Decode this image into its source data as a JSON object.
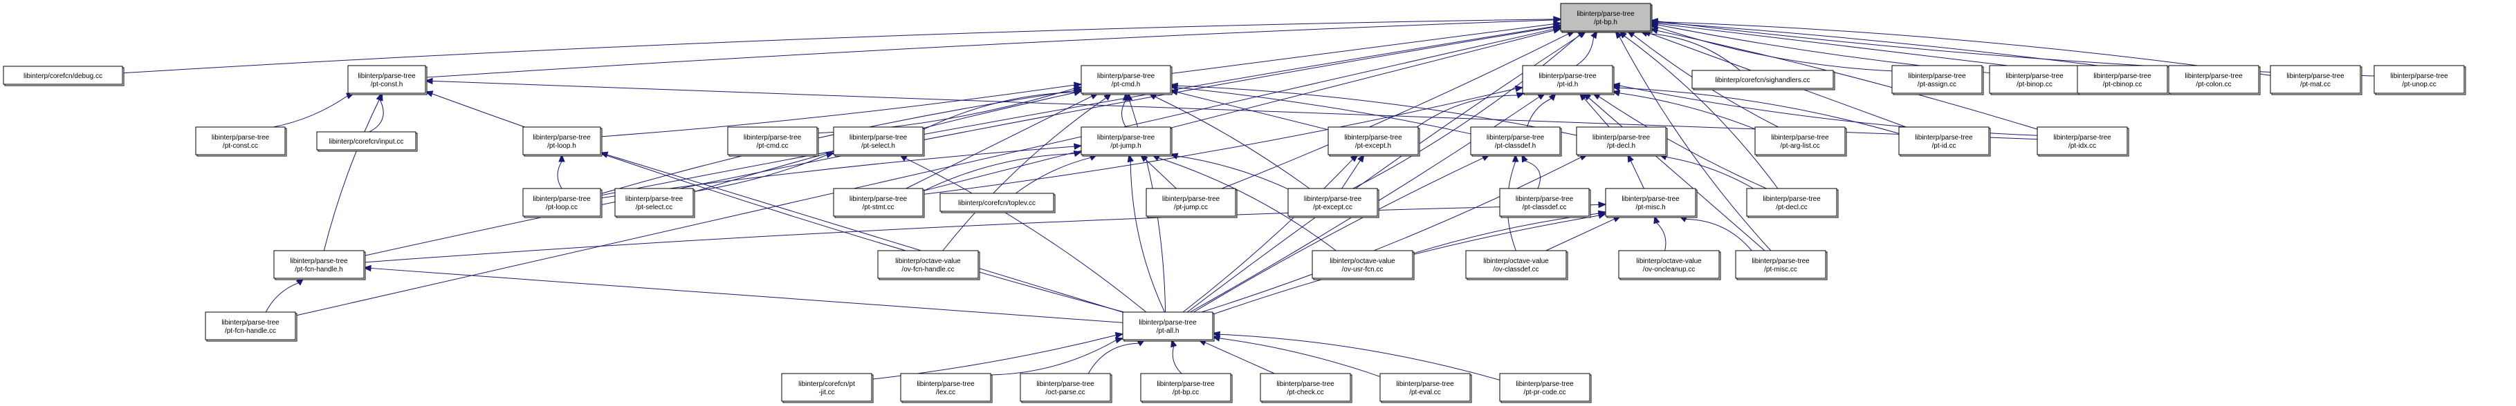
{
  "graph": {
    "type": "include-dependency-graph",
    "root": "pt_bp_h",
    "colors": {
      "edge": "#191970",
      "root_fill": "#bfbfbf",
      "node_fill": "#ffffff",
      "border": "#000000"
    },
    "nodes": [
      {
        "id": "pt_bp_h",
        "lines": [
          "libinterp/parse-tree",
          "/pt-bp.h"
        ],
        "root": true
      },
      {
        "id": "debug_cc",
        "lines": [
          "libinterp/corefcn/debug.cc"
        ]
      },
      {
        "id": "pt_const_h",
        "lines": [
          "libinterp/parse-tree",
          "/pt-const.h"
        ]
      },
      {
        "id": "pt_cmd_h",
        "lines": [
          "libinterp/parse-tree",
          "/pt-cmd.h"
        ]
      },
      {
        "id": "pt_id_h",
        "lines": [
          "libinterp/parse-tree",
          "/pt-id.h"
        ]
      },
      {
        "id": "sighandlers_cc",
        "lines": [
          "libinterp/corefcn/sighandlers.cc"
        ]
      },
      {
        "id": "pt_assign_cc",
        "lines": [
          "libinterp/parse-tree",
          "/pt-assign.cc"
        ]
      },
      {
        "id": "pt_binop_cc",
        "lines": [
          "libinterp/parse-tree",
          "/pt-binop.cc"
        ]
      },
      {
        "id": "pt_cbinop_cc",
        "lines": [
          "libinterp/parse-tree",
          "/pt-cbinop.cc"
        ]
      },
      {
        "id": "pt_colon_cc",
        "lines": [
          "libinterp/parse-tree",
          "/pt-colon.cc"
        ]
      },
      {
        "id": "pt_mat_cc",
        "lines": [
          "libinterp/parse-tree",
          "/pt-mat.cc"
        ]
      },
      {
        "id": "pt_unop_cc",
        "lines": [
          "libinterp/parse-tree",
          "/pt-unop.cc"
        ]
      },
      {
        "id": "pt_const_cc",
        "lines": [
          "libinterp/parse-tree",
          "/pt-const.cc"
        ]
      },
      {
        "id": "input_cc",
        "lines": [
          "libinterp/corefcn/input.cc"
        ]
      },
      {
        "id": "pt_loop_h",
        "lines": [
          "libinterp/parse-tree",
          "/pt-loop.h"
        ]
      },
      {
        "id": "pt_cmd_cc",
        "lines": [
          "libinterp/parse-tree",
          "/pt-cmd.cc"
        ]
      },
      {
        "id": "pt_select_h",
        "lines": [
          "libinterp/parse-tree",
          "/pt-select.h"
        ]
      },
      {
        "id": "pt_jump_h",
        "lines": [
          "libinterp/parse-tree",
          "/pt-jump.h"
        ]
      },
      {
        "id": "pt_except_h",
        "lines": [
          "libinterp/parse-tree",
          "/pt-except.h"
        ]
      },
      {
        "id": "pt_classdef_h",
        "lines": [
          "libinterp/parse-tree",
          "/pt-classdef.h"
        ]
      },
      {
        "id": "pt_decl_h",
        "lines": [
          "libinterp/parse-tree",
          "/pt-decl.h"
        ]
      },
      {
        "id": "pt_arg_list_cc",
        "lines": [
          "libinterp/parse-tree",
          "/pt-arg-list.cc"
        ]
      },
      {
        "id": "pt_id_cc",
        "lines": [
          "libinterp/parse-tree",
          "/pt-id.cc"
        ]
      },
      {
        "id": "pt_idx_cc",
        "lines": [
          "libinterp/parse-tree",
          "/pt-idx.cc"
        ]
      },
      {
        "id": "pt_loop_cc",
        "lines": [
          "libinterp/parse-tree",
          "/pt-loop.cc"
        ]
      },
      {
        "id": "pt_select_cc",
        "lines": [
          "libinterp/parse-tree",
          "/pt-select.cc"
        ]
      },
      {
        "id": "pt_stmt_cc",
        "lines": [
          "libinterp/parse-tree",
          "/pt-stmt.cc"
        ]
      },
      {
        "id": "toplev_cc",
        "lines": [
          "libinterp/corefcn/toplev.cc"
        ]
      },
      {
        "id": "pt_jump_cc",
        "lines": [
          "libinterp/parse-tree",
          "/pt-jump.cc"
        ]
      },
      {
        "id": "pt_except_cc",
        "lines": [
          "libinterp/parse-tree",
          "/pt-except.cc"
        ]
      },
      {
        "id": "pt_classdef_cc",
        "lines": [
          "libinterp/parse-tree",
          "/pt-classdef.cc"
        ]
      },
      {
        "id": "pt_misc_h",
        "lines": [
          "libinterp/parse-tree",
          "/pt-misc.h"
        ]
      },
      {
        "id": "pt_decl_cc",
        "lines": [
          "libinterp/parse-tree",
          "/pt-decl.cc"
        ]
      },
      {
        "id": "pt_fcn_handle_h",
        "lines": [
          "libinterp/parse-tree",
          "/pt-fcn-handle.h"
        ]
      },
      {
        "id": "ov_fcn_handle_cc",
        "lines": [
          "libinterp/octave-value",
          "/ov-fcn-handle.cc"
        ]
      },
      {
        "id": "ov_usr_fcn_cc",
        "lines": [
          "libinterp/octave-value",
          "/ov-usr-fcn.cc"
        ]
      },
      {
        "id": "ov_classdef_cc",
        "lines": [
          "libinterp/octave-value",
          "/ov-classdef.cc"
        ]
      },
      {
        "id": "ov_oncleanup_cc",
        "lines": [
          "libinterp/octave-value",
          "/ov-oncleanup.cc"
        ]
      },
      {
        "id": "pt_misc_cc",
        "lines": [
          "libinterp/parse-tree",
          "/pt-misc.cc"
        ]
      },
      {
        "id": "pt_fcn_handle_cc",
        "lines": [
          "libinterp/parse-tree",
          "/pt-fcn-handle.cc"
        ]
      },
      {
        "id": "pt_all_h",
        "lines": [
          "libinterp/parse-tree",
          "/pt-all.h"
        ]
      },
      {
        "id": "pt_jit_cc",
        "lines": [
          "libinterp/corefcn/pt",
          "-jit.cc"
        ]
      },
      {
        "id": "lex_cc",
        "lines": [
          "libinterp/parse-tree",
          "/lex.cc"
        ]
      },
      {
        "id": "oct_parse_cc",
        "lines": [
          "libinterp/parse-tree",
          "/oct-parse.cc"
        ]
      },
      {
        "id": "pt_bp_cc",
        "lines": [
          "libinterp/parse-tree",
          "/pt-bp.cc"
        ]
      },
      {
        "id": "pt_check_cc",
        "lines": [
          "libinterp/parse-tree",
          "/pt-check.cc"
        ]
      },
      {
        "id": "pt_eval_cc",
        "lines": [
          "libinterp/parse-tree",
          "/pt-eval.cc"
        ]
      },
      {
        "id": "pt_pr_code_cc",
        "lines": [
          "libinterp/parse-tree",
          "/pt-pr-code.cc"
        ]
      }
    ],
    "edges": [
      [
        "debug_cc",
        "pt_bp_h"
      ],
      [
        "pt_const_h",
        "pt_bp_h"
      ],
      [
        "pt_cmd_h",
        "pt_bp_h"
      ],
      [
        "pt_id_h",
        "pt_bp_h"
      ],
      [
        "sighandlers_cc",
        "pt_bp_h"
      ],
      [
        "pt_assign_cc",
        "pt_bp_h"
      ],
      [
        "pt_binop_cc",
        "pt_bp_h"
      ],
      [
        "pt_cbinop_cc",
        "pt_bp_h"
      ],
      [
        "pt_colon_cc",
        "pt_bp_h"
      ],
      [
        "pt_mat_cc",
        "pt_bp_h"
      ],
      [
        "pt_unop_cc",
        "pt_bp_h"
      ],
      [
        "pt_arg_list_cc",
        "pt_bp_h"
      ],
      [
        "pt_id_cc",
        "pt_bp_h"
      ],
      [
        "pt_idx_cc",
        "pt_bp_h"
      ],
      [
        "pt_decl_cc",
        "pt_bp_h"
      ],
      [
        "pt_fcn_handle_h",
        "pt_bp_h"
      ],
      [
        "pt_loop_cc",
        "pt_bp_h"
      ],
      [
        "pt_stmt_cc",
        "pt_bp_h"
      ],
      [
        "pt_jump_cc",
        "pt_bp_h"
      ],
      [
        "pt_except_cc",
        "pt_bp_h"
      ],
      [
        "pt_misc_cc",
        "pt_bp_h"
      ],
      [
        "pt_all_h",
        "pt_bp_h"
      ],
      [
        "pt_fcn_handle_cc",
        "pt_bp_h"
      ],
      [
        "pt_const_cc",
        "pt_const_h"
      ],
      [
        "input_cc",
        "pt_const_h"
      ],
      [
        "pt_all_h",
        "pt_const_h"
      ],
      [
        "pt_fcn_handle_h",
        "pt_const_h"
      ],
      [
        "pt_idx_cc",
        "pt_const_h"
      ],
      [
        "pt_loop_h",
        "pt_cmd_h"
      ],
      [
        "pt_cmd_cc",
        "pt_cmd_h"
      ],
      [
        "pt_select_h",
        "pt_cmd_h"
      ],
      [
        "pt_jump_h",
        "pt_cmd_h"
      ],
      [
        "pt_except_h",
        "pt_cmd_h"
      ],
      [
        "pt_classdef_h",
        "pt_cmd_h"
      ],
      [
        "pt_decl_h",
        "pt_cmd_h"
      ],
      [
        "pt_loop_cc",
        "pt_cmd_h"
      ],
      [
        "pt_select_cc",
        "pt_cmd_h"
      ],
      [
        "pt_stmt_cc",
        "pt_cmd_h"
      ],
      [
        "pt_except_cc",
        "pt_cmd_h"
      ],
      [
        "pt_all_h",
        "pt_cmd_h"
      ],
      [
        "ov_fcn_handle_cc",
        "pt_cmd_h"
      ],
      [
        "pt_classdef_h",
        "pt_id_h"
      ],
      [
        "pt_decl_h",
        "pt_id_h"
      ],
      [
        "pt_arg_list_cc",
        "pt_id_h"
      ],
      [
        "pt_id_cc",
        "pt_id_h"
      ],
      [
        "pt_idx_cc",
        "pt_id_h"
      ],
      [
        "pt_decl_cc",
        "pt_id_h"
      ],
      [
        "pt_misc_cc",
        "pt_id_h"
      ],
      [
        "pt_all_h",
        "pt_id_h"
      ],
      [
        "pt_stmt_cc",
        "pt_id_h"
      ],
      [
        "pt_except_h",
        "pt_id_h"
      ],
      [
        "pt_loop_cc",
        "pt_loop_h"
      ],
      [
        "pt_all_h",
        "pt_loop_h"
      ],
      [
        "pt_select_cc",
        "pt_select_h"
      ],
      [
        "pt_all_h",
        "pt_select_h"
      ],
      [
        "pt_stmt_cc",
        "pt_jump_h"
      ],
      [
        "toplev_cc",
        "pt_jump_h"
      ],
      [
        "pt_jump_cc",
        "pt_jump_h"
      ],
      [
        "pt_except_cc",
        "pt_jump_h"
      ],
      [
        "ov_usr_fcn_cc",
        "pt_jump_h"
      ],
      [
        "pt_all_h",
        "pt_jump_h"
      ],
      [
        "pt_loop_cc",
        "pt_jump_h"
      ],
      [
        "pt_except_cc",
        "pt_except_h"
      ],
      [
        "pt_all_h",
        "pt_except_h"
      ],
      [
        "pt_classdef_cc",
        "pt_classdef_h"
      ],
      [
        "ov_classdef_cc",
        "pt_classdef_h"
      ],
      [
        "pt_all_h",
        "pt_classdef_h"
      ],
      [
        "pt_misc_h",
        "pt_decl_h"
      ],
      [
        "pt_decl_cc",
        "pt_decl_h"
      ],
      [
        "pt_all_h",
        "pt_decl_h"
      ],
      [
        "pt_fcn_handle_h",
        "pt_misc_h"
      ],
      [
        "ov_usr_fcn_cc",
        "pt_misc_h"
      ],
      [
        "ov_classdef_cc",
        "pt_misc_h"
      ],
      [
        "ov_oncleanup_cc",
        "pt_misc_h"
      ],
      [
        "pt_misc_cc",
        "pt_misc_h"
      ],
      [
        "pt_all_h",
        "pt_misc_h"
      ],
      [
        "pt_fcn_handle_cc",
        "pt_fcn_handle_h"
      ],
      [
        "pt_all_h",
        "pt_fcn_handle_h"
      ],
      [
        "pt_jit_cc",
        "pt_all_h"
      ],
      [
        "lex_cc",
        "pt_all_h"
      ],
      [
        "oct_parse_cc",
        "pt_all_h"
      ],
      [
        "pt_bp_cc",
        "pt_all_h"
      ],
      [
        "pt_check_cc",
        "pt_all_h"
      ],
      [
        "pt_eval_cc",
        "pt_all_h"
      ],
      [
        "pt_pr_code_cc",
        "pt_all_h"
      ]
    ]
  }
}
